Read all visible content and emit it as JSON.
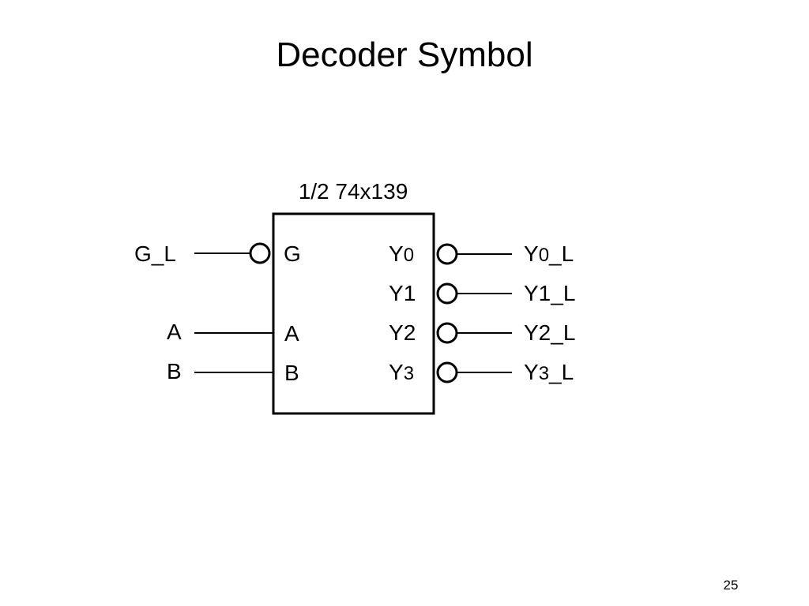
{
  "slide": {
    "title": "Decoder Symbol",
    "page_number": "25"
  },
  "decoder": {
    "part_label": "1/2 74x139",
    "inputs": [
      {
        "pin": "G",
        "signal": "G_L",
        "inverted": true
      },
      {
        "pin": "A",
        "signal": "A",
        "inverted": false
      },
      {
        "pin": "B",
        "signal": "B",
        "inverted": false
      }
    ],
    "outputs": [
      {
        "pin": "Y",
        "index": "0",
        "signal": "Y0_L",
        "inverted": true
      },
      {
        "pin": "Y",
        "index": "1",
        "signal": "Y1_L",
        "inverted": true
      },
      {
        "pin": "Y",
        "index": "2",
        "signal": "Y2_L",
        "inverted": true
      },
      {
        "pin": "Y",
        "index": "3",
        "signal": "Y3_L",
        "inverted": true
      }
    ]
  }
}
